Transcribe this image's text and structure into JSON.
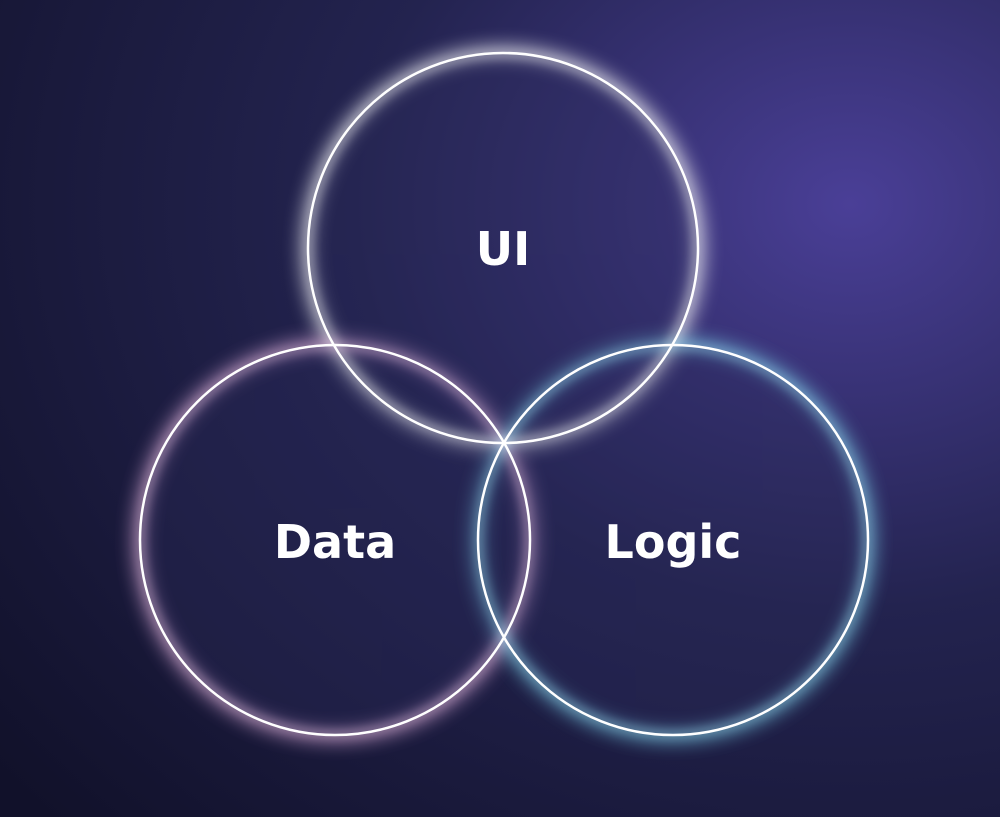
{
  "diagram": {
    "type": "venn",
    "background": {
      "color_dark": "#11112a",
      "color_mid": "#23234f",
      "color_light": "#4a3f97"
    },
    "circles": [
      {
        "id": "ui",
        "label": "UI",
        "glow_color": "#ffffff"
      },
      {
        "id": "data",
        "label": "Data",
        "glow_color": "#e6b3e0"
      },
      {
        "id": "logic",
        "label": "Logic",
        "glow_color": "#7fd8f0"
      }
    ],
    "fill_color": "#2a2a5a",
    "stroke_color": "#ffffff"
  }
}
